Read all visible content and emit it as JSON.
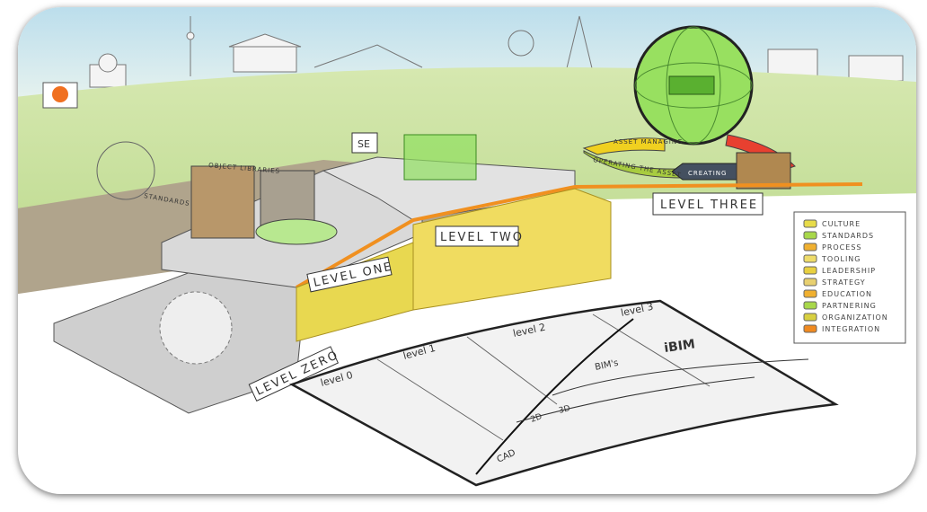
{
  "labels": {
    "object_libraries": "OBJECT LIBRARIES",
    "standards": "STANDARDS",
    "se_sign": "SE",
    "level_zero": "LEVEL ZERO",
    "level_one": "LEVEL ONE",
    "level_two": "LEVEL TWO",
    "level_three": "LEVEL THREE"
  },
  "cycle": {
    "creating": "CREATING",
    "operating": "OPERATING THE ASSET",
    "managing": "ASSET MANAGING"
  },
  "maturity_chart": {
    "levels": [
      "level 0",
      "level 1",
      "level 2",
      "level 3"
    ],
    "stages": [
      "CAD",
      "2D",
      "3D",
      "BIM's",
      "iBIM"
    ]
  },
  "legend": {
    "items": [
      {
        "label": "CULTURE",
        "color": "#e8dc4a"
      },
      {
        "label": "STANDARDS",
        "color": "#a8d84a"
      },
      {
        "label": "PROCESS",
        "color": "#f0b030"
      },
      {
        "label": "TOOLING",
        "color": "#eedc6a"
      },
      {
        "label": "LEADERSHIP",
        "color": "#e8d040"
      },
      {
        "label": "STRATEGY",
        "color": "#e8d070"
      },
      {
        "label": "EDUCATION",
        "color": "#f0b030"
      },
      {
        "label": "PARTNERING",
        "color": "#a8d84a"
      },
      {
        "label": "ORGANIZATION",
        "color": "#d8d040"
      },
      {
        "label": "INTEGRATION",
        "color": "#f08a20"
      }
    ]
  }
}
